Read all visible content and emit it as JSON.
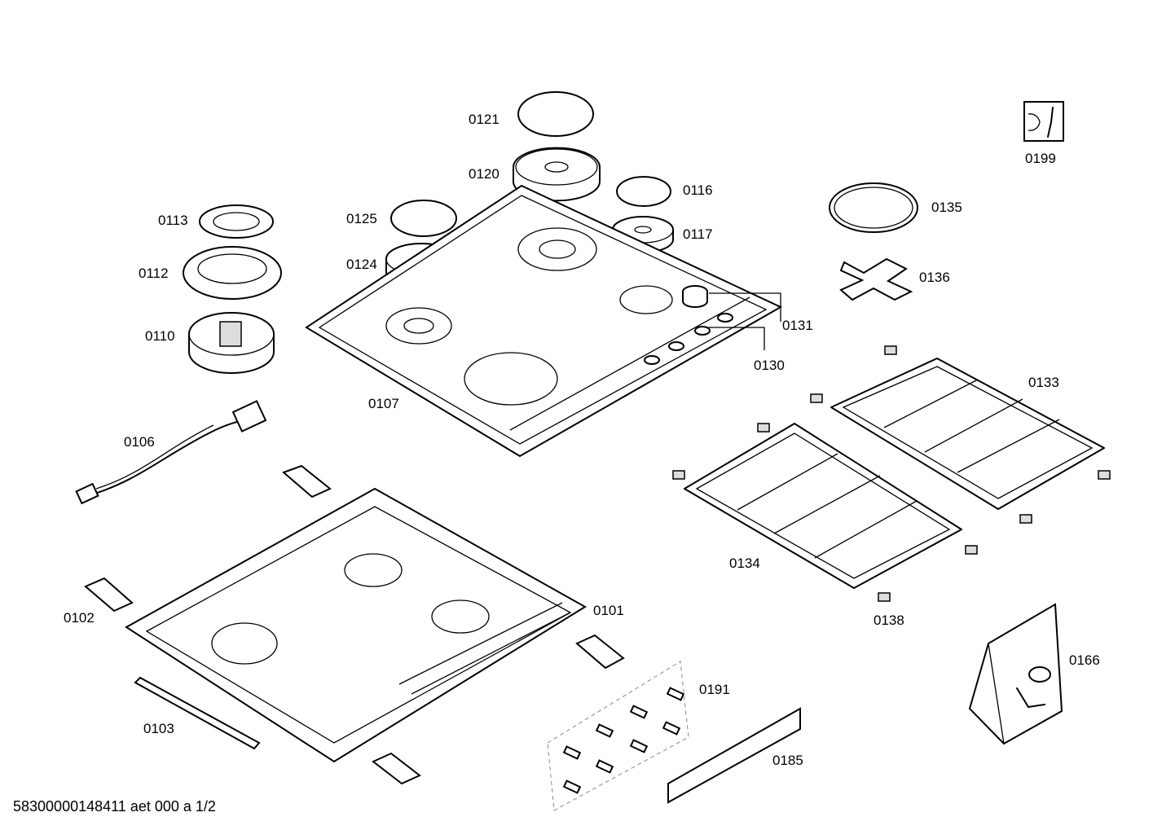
{
  "diagram": {
    "parts": [
      {
        "id": "p0121",
        "label": "0121"
      },
      {
        "id": "p0120",
        "label": "0120"
      },
      {
        "id": "p0116",
        "label": "0116"
      },
      {
        "id": "p0117",
        "label": "0117"
      },
      {
        "id": "p0125",
        "label": "0125"
      },
      {
        "id": "p0124",
        "label": "0124"
      },
      {
        "id": "p0113",
        "label": "0113"
      },
      {
        "id": "p0112",
        "label": "0112"
      },
      {
        "id": "p0110",
        "label": "0110"
      },
      {
        "id": "p0107",
        "label": "0107"
      },
      {
        "id": "p0131",
        "label": "0131"
      },
      {
        "id": "p0130",
        "label": "0130"
      },
      {
        "id": "p0199",
        "label": "0199"
      },
      {
        "id": "p0135",
        "label": "0135"
      },
      {
        "id": "p0136",
        "label": "0136"
      },
      {
        "id": "p0133",
        "label": "0133"
      },
      {
        "id": "p0134",
        "label": "0134"
      },
      {
        "id": "p0138",
        "label": "0138"
      },
      {
        "id": "p0106",
        "label": "0106"
      },
      {
        "id": "p0101",
        "label": "0101"
      },
      {
        "id": "p0102",
        "label": "0102"
      },
      {
        "id": "p0103",
        "label": "0103"
      },
      {
        "id": "p0191",
        "label": "0191"
      },
      {
        "id": "p0185",
        "label": "0185"
      },
      {
        "id": "p0166",
        "label": "0166"
      }
    ],
    "footer": "58300000148411 aet 000 a 1/2"
  }
}
